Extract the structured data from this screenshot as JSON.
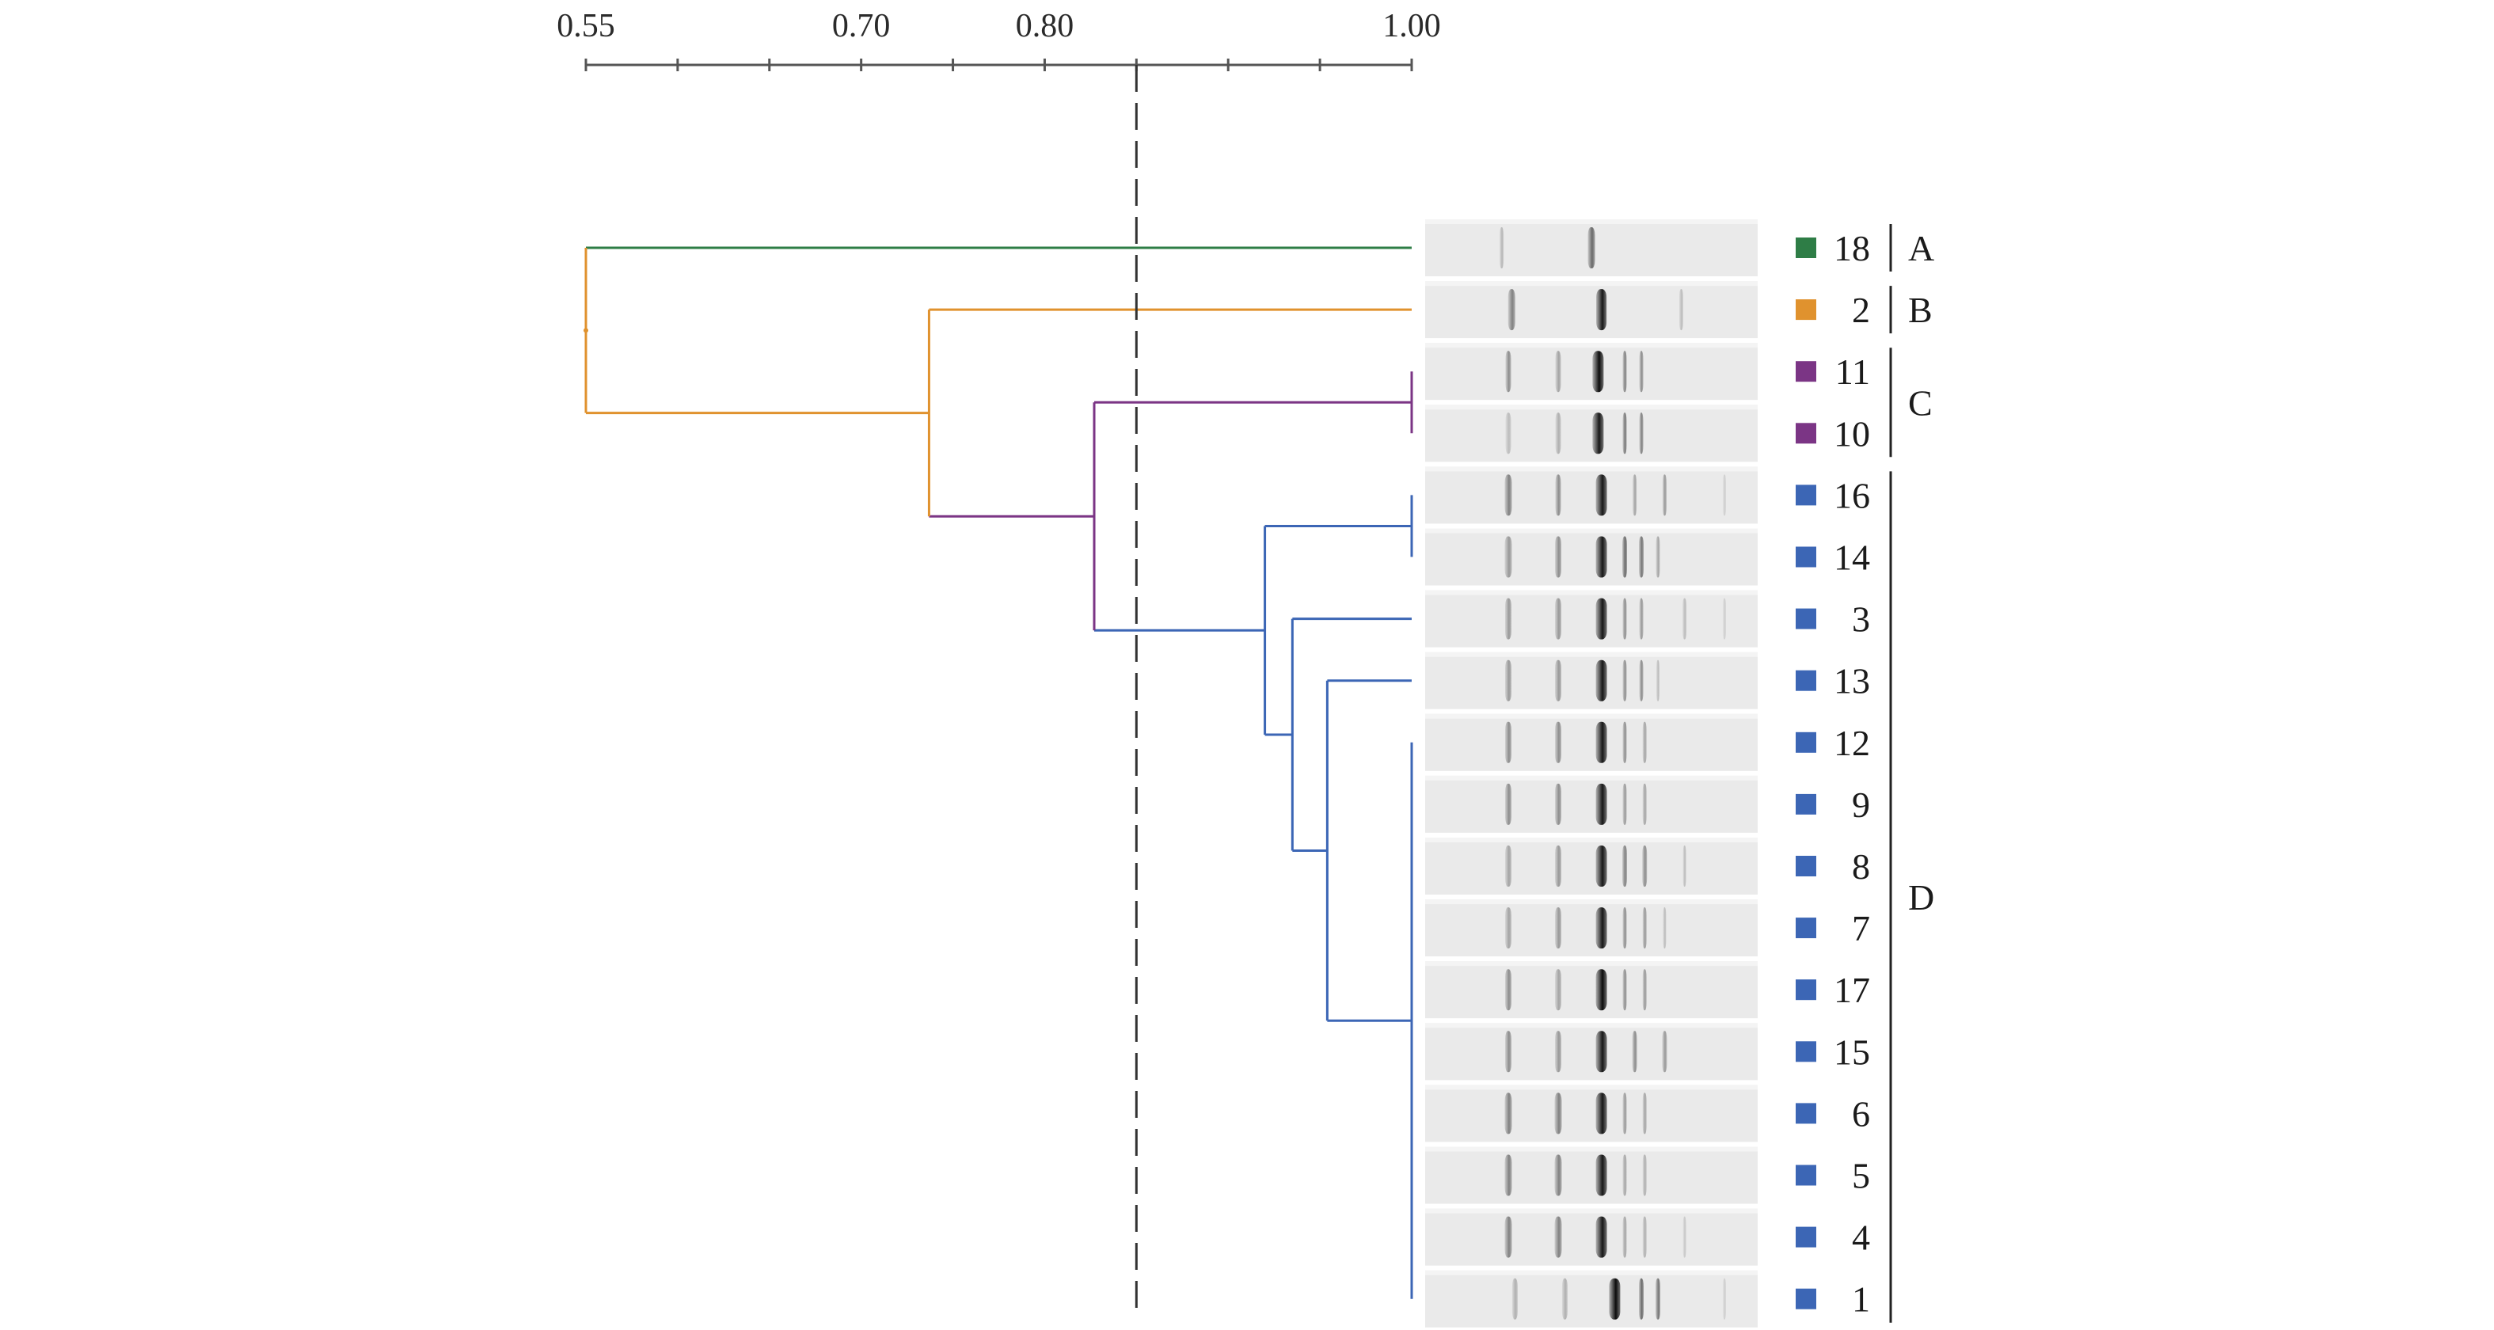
{
  "scale": {
    "min": 0.55,
    "max": 1.0,
    "ticks": [
      0.55,
      0.6,
      0.65,
      0.7,
      0.75,
      0.8,
      0.85,
      0.9,
      0.95,
      1.0
    ],
    "labels": [
      {
        "value": 0.55,
        "text": "0.55"
      },
      {
        "value": 0.7,
        "text": "0.70"
      },
      {
        "value": 0.8,
        "text": "0.80"
      },
      {
        "value": 1.0,
        "text": "1.00"
      }
    ]
  },
  "cutoff_value": 0.85,
  "colors": {
    "A": "#2e7d46",
    "B": "#e0922e",
    "C": "#7b3585",
    "D": "#3c66b5",
    "axis": "#555555",
    "cutoff": "#333333"
  },
  "isolates": [
    {
      "label": "18",
      "group": "A"
    },
    {
      "label": "2",
      "group": "B"
    },
    {
      "label": "11",
      "group": "C"
    },
    {
      "label": "10",
      "group": "C"
    },
    {
      "label": "16",
      "group": "D"
    },
    {
      "label": "14",
      "group": "D"
    },
    {
      "label": "3",
      "group": "D"
    },
    {
      "label": "13",
      "group": "D"
    },
    {
      "label": "12",
      "group": "D"
    },
    {
      "label": "9",
      "group": "D"
    },
    {
      "label": "8",
      "group": "D"
    },
    {
      "label": "7",
      "group": "D"
    },
    {
      "label": "17",
      "group": "D"
    },
    {
      "label": "15",
      "group": "D"
    },
    {
      "label": "6",
      "group": "D"
    },
    {
      "label": "5",
      "group": "D"
    },
    {
      "label": "4",
      "group": "D"
    },
    {
      "label": "1",
      "group": "D"
    }
  ],
  "groups": [
    {
      "name": "A",
      "first": 0,
      "last": 0
    },
    {
      "name": "B",
      "first": 1,
      "last": 1
    },
    {
      "name": "C",
      "first": 2,
      "last": 3
    },
    {
      "name": "D",
      "first": 4,
      "last": 17
    }
  ],
  "tree": {
    "sim": 0.55,
    "color": "B",
    "children": [
      {
        "leaf": 0,
        "color": "A"
      },
      {
        "sim": 0.737,
        "color": "B",
        "children": [
          {
            "leaf": 1,
            "color": "B"
          },
          {
            "sim": 0.827,
            "color": "C",
            "children": [
              {
                "sim": 1.0,
                "color": "C",
                "children": [
                  {
                    "leaf": 2,
                    "color": "C"
                  },
                  {
                    "leaf": 3,
                    "color": "C"
                  }
                ]
              },
              {
                "sim": 0.92,
                "color": "D",
                "children": [
                  {
                    "sim": 1.0,
                    "color": "D",
                    "children": [
                      {
                        "leaf": 4,
                        "color": "D"
                      },
                      {
                        "leaf": 5,
                        "color": "D"
                      }
                    ]
                  },
                  {
                    "sim": 0.935,
                    "color": "D",
                    "children": [
                      {
                        "leaf": 6,
                        "color": "D"
                      },
                      {
                        "sim": 0.954,
                        "color": "D",
                        "children": [
                          {
                            "leaf": 7,
                            "color": "D"
                          },
                          {
                            "sim": 1.0,
                            "color": "D",
                            "children": [
                              {
                                "leaf": 8,
                                "color": "D"
                              },
                              {
                                "leaf": 9,
                                "color": "D"
                              },
                              {
                                "leaf": 10,
                                "color": "D"
                              },
                              {
                                "leaf": 11,
                                "color": "D"
                              },
                              {
                                "leaf": 12,
                                "color": "D"
                              },
                              {
                                "leaf": 13,
                                "color": "D"
                              },
                              {
                                "leaf": 14,
                                "color": "D"
                              },
                              {
                                "leaf": 15,
                                "color": "D"
                              },
                              {
                                "leaf": 16,
                                "color": "D"
                              },
                              {
                                "leaf": 17,
                                "color": "D"
                              }
                            ]
                          }
                        ]
                      }
                    ]
                  }
                ]
              }
            ]
          }
        ]
      }
    ]
  },
  "gel_profiles": [
    {
      "bands": [
        [
          0.23,
          0.22,
          5
        ],
        [
          0.5,
          0.55,
          9
        ]
      ]
    },
    {
      "bands": [
        [
          0.26,
          0.45,
          9
        ],
        [
          0.53,
          0.9,
          13
        ],
        [
          0.77,
          0.2,
          5
        ]
      ]
    },
    {
      "bands": [
        [
          0.25,
          0.4,
          7
        ],
        [
          0.4,
          0.3,
          7
        ],
        [
          0.52,
          0.95,
          14
        ],
        [
          0.6,
          0.45,
          5
        ],
        [
          0.65,
          0.4,
          5
        ]
      ]
    },
    {
      "bands": [
        [
          0.25,
          0.2,
          7
        ],
        [
          0.4,
          0.25,
          7
        ],
        [
          0.52,
          0.9,
          14
        ],
        [
          0.6,
          0.5,
          5
        ],
        [
          0.65,
          0.45,
          5
        ]
      ]
    },
    {
      "bands": [
        [
          0.25,
          0.45,
          9
        ],
        [
          0.4,
          0.4,
          7
        ],
        [
          0.53,
          0.9,
          14
        ],
        [
          0.63,
          0.3,
          5
        ],
        [
          0.72,
          0.35,
          5
        ],
        [
          0.9,
          0.12,
          4
        ]
      ]
    },
    {
      "bands": [
        [
          0.25,
          0.35,
          9
        ],
        [
          0.4,
          0.4,
          8
        ],
        [
          0.53,
          0.9,
          14
        ],
        [
          0.6,
          0.55,
          6
        ],
        [
          0.65,
          0.5,
          6
        ],
        [
          0.7,
          0.3,
          5
        ]
      ]
    },
    {
      "bands": [
        [
          0.25,
          0.35,
          8
        ],
        [
          0.4,
          0.35,
          8
        ],
        [
          0.53,
          0.9,
          14
        ],
        [
          0.6,
          0.4,
          5
        ],
        [
          0.65,
          0.35,
          5
        ],
        [
          0.78,
          0.2,
          5
        ],
        [
          0.9,
          0.12,
          4
        ]
      ]
    },
    {
      "bands": [
        [
          0.25,
          0.35,
          8
        ],
        [
          0.4,
          0.35,
          8
        ],
        [
          0.53,
          0.9,
          14
        ],
        [
          0.6,
          0.4,
          5
        ],
        [
          0.65,
          0.4,
          5
        ],
        [
          0.7,
          0.2,
          4
        ]
      ]
    },
    {
      "bands": [
        [
          0.25,
          0.4,
          8
        ],
        [
          0.4,
          0.4,
          8
        ],
        [
          0.53,
          0.9,
          14
        ],
        [
          0.6,
          0.4,
          5
        ],
        [
          0.66,
          0.3,
          5
        ]
      ]
    },
    {
      "bands": [
        [
          0.25,
          0.4,
          8
        ],
        [
          0.4,
          0.4,
          8
        ],
        [
          0.53,
          0.9,
          14
        ],
        [
          0.6,
          0.35,
          5
        ],
        [
          0.66,
          0.3,
          5
        ]
      ]
    },
    {
      "bands": [
        [
          0.25,
          0.3,
          8
        ],
        [
          0.4,
          0.35,
          8
        ],
        [
          0.53,
          0.9,
          14
        ],
        [
          0.6,
          0.45,
          6
        ],
        [
          0.66,
          0.4,
          6
        ],
        [
          0.78,
          0.2,
          4
        ]
      ]
    },
    {
      "bands": [
        [
          0.25,
          0.3,
          8
        ],
        [
          0.4,
          0.35,
          8
        ],
        [
          0.53,
          0.9,
          14
        ],
        [
          0.6,
          0.4,
          5
        ],
        [
          0.66,
          0.35,
          5
        ],
        [
          0.72,
          0.2,
          4
        ]
      ]
    },
    {
      "bands": [
        [
          0.25,
          0.4,
          8
        ],
        [
          0.4,
          0.3,
          8
        ],
        [
          0.53,
          0.95,
          14
        ],
        [
          0.6,
          0.4,
          5
        ],
        [
          0.66,
          0.35,
          5
        ]
      ]
    },
    {
      "bands": [
        [
          0.25,
          0.4,
          8
        ],
        [
          0.4,
          0.35,
          8
        ],
        [
          0.53,
          0.9,
          14
        ],
        [
          0.63,
          0.4,
          6
        ],
        [
          0.72,
          0.35,
          6
        ]
      ]
    },
    {
      "bands": [
        [
          0.25,
          0.45,
          9
        ],
        [
          0.4,
          0.45,
          9
        ],
        [
          0.53,
          0.9,
          14
        ],
        [
          0.6,
          0.35,
          5
        ],
        [
          0.66,
          0.3,
          5
        ]
      ]
    },
    {
      "bands": [
        [
          0.25,
          0.45,
          9
        ],
        [
          0.4,
          0.45,
          9
        ],
        [
          0.53,
          0.9,
          14
        ],
        [
          0.6,
          0.3,
          5
        ],
        [
          0.66,
          0.25,
          5
        ]
      ]
    },
    {
      "bands": [
        [
          0.25,
          0.45,
          9
        ],
        [
          0.4,
          0.45,
          9
        ],
        [
          0.53,
          0.9,
          14
        ],
        [
          0.6,
          0.3,
          5
        ],
        [
          0.66,
          0.25,
          5
        ],
        [
          0.78,
          0.15,
          4
        ]
      ]
    },
    {
      "bands": [
        [
          0.27,
          0.25,
          7
        ],
        [
          0.42,
          0.25,
          7
        ],
        [
          0.57,
          0.95,
          14
        ],
        [
          0.65,
          0.55,
          6
        ],
        [
          0.7,
          0.5,
          6
        ],
        [
          0.9,
          0.12,
          4
        ]
      ]
    }
  ]
}
